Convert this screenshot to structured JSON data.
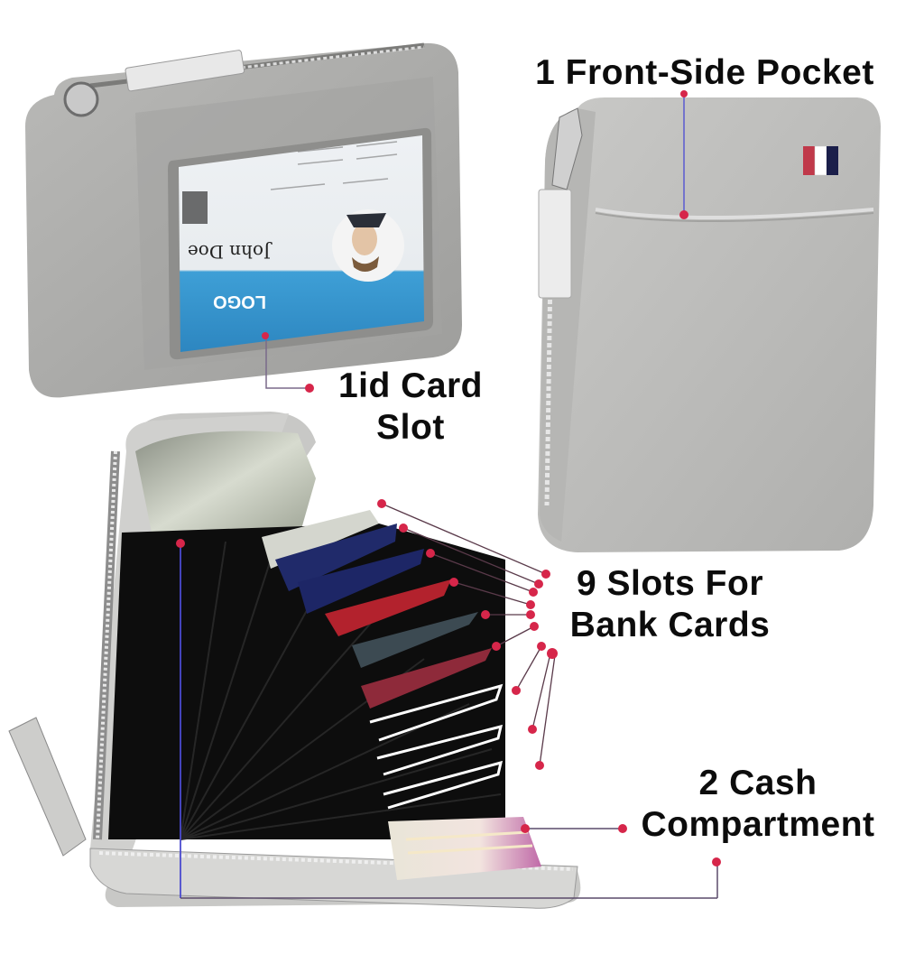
{
  "infographic": {
    "subject": "Grey zip-around card holder wallet",
    "colors": {
      "background": "#ffffff",
      "wallet_grey": "#a9a9a7",
      "wallet_grey_light": "#c2c2c0",
      "accordion_black": "#0b0b0b",
      "callout_line": "#5a3a4a",
      "callout_dot": "#d6264a",
      "guide_line_blue": "#4b4bd0",
      "id_card_blue": "#3b9bd0",
      "text": "#0c0c0c"
    },
    "labels": [
      {
        "id": "front-pocket",
        "lines": [
          "1 Front-Side Pocket"
        ]
      },
      {
        "id": "id-card-slot",
        "lines": [
          "1id Card",
          "Slot"
        ]
      },
      {
        "id": "bank-card-slots",
        "lines": [
          "9 Slots For",
          "Bank Cards"
        ]
      },
      {
        "id": "cash-compartment",
        "lines": [
          "2 Cash",
          "Compartment"
        ]
      }
    ],
    "id_card": {
      "name": "John Doe",
      "logo": "LOGO"
    },
    "flag_badge": [
      "#c0394a",
      "#ffffff",
      "#1b1f4a"
    ]
  }
}
